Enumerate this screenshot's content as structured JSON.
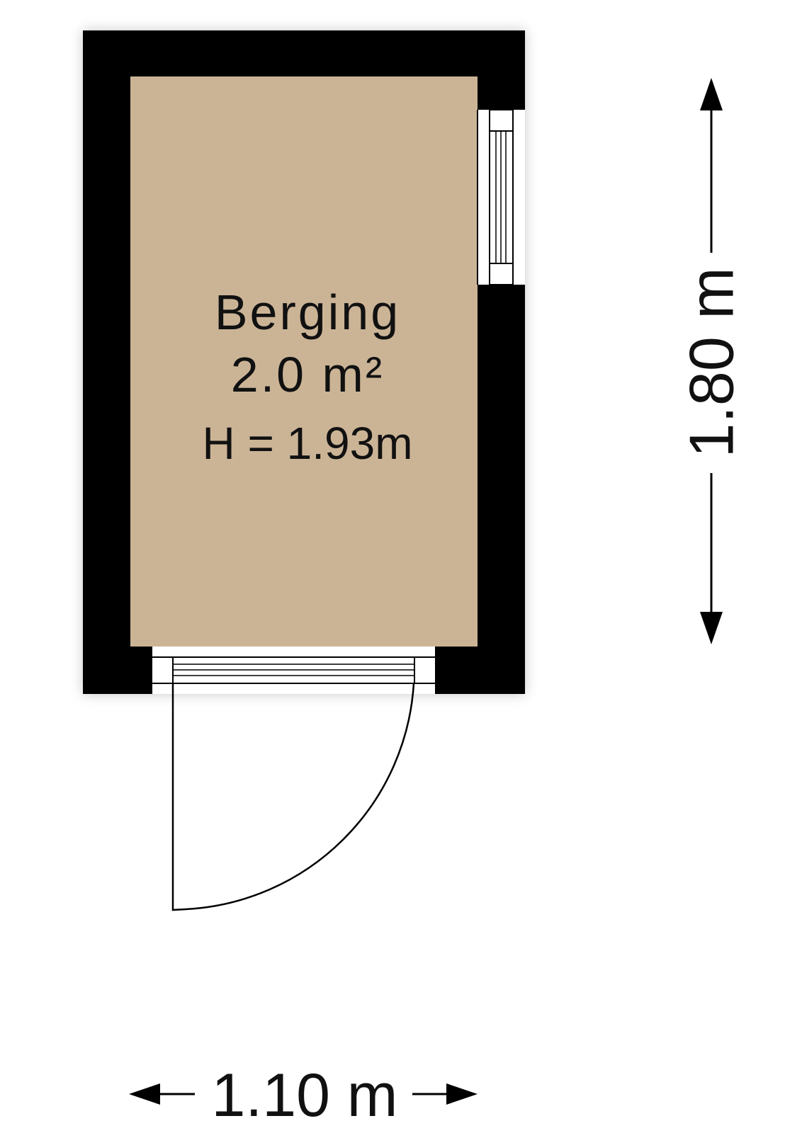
{
  "room": {
    "name": "Berging",
    "area": "2.0 m²",
    "height": "H = 1.93m",
    "floor_color": "#cbb496",
    "wall_color": "#000000"
  },
  "dimensions": {
    "width": "1.10 m",
    "length": "1.80 m"
  }
}
